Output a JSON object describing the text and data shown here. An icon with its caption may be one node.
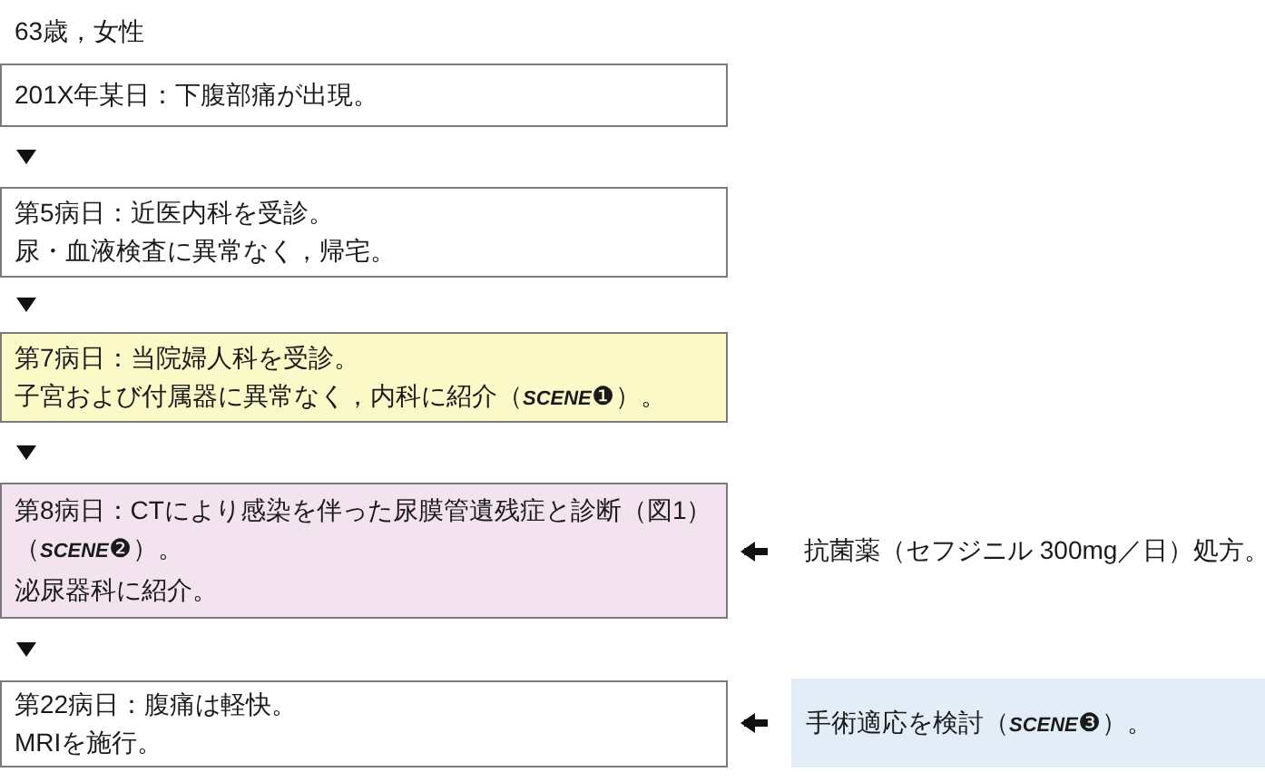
{
  "diagram": {
    "title": "63歳，女性",
    "nodes": [
      {
        "text": [
          "201X年某日：下腹部痛が出現。"
        ]
      },
      {
        "text": [
          "第5病日：近医内科を受診。",
          "尿・血液検査に異常なく，帰宅。"
        ]
      },
      {
        "text": [
          "第7病日：当院婦人科を受診。",
          "子宮および付属器に異常なく，内科に紹介（**SCENE**❶）。"
        ]
      },
      {
        "text": [
          "第8病日：CTにより感染を伴った尿膜管遺残症と診断（図1）（**SCENE**❷）。",
          "泌尿器科に紹介。"
        ]
      },
      {
        "text": [
          "第22病日：腹痛は軽快。",
          "MRIを施行。"
        ]
      },
      {
        "text": [
          "抗菌薬（セフジニル 300mg／日）処方。"
        ]
      },
      {
        "text": [
          "手術適応を検討（**SCENE**❸）。"
        ]
      }
    ],
    "edges": [
      {
        "from": 0,
        "to": 1,
        "arrow": "to"
      },
      {
        "from": 1,
        "to": 2,
        "arrow": "to"
      },
      {
        "from": 2,
        "to": 3,
        "arrow": "to"
      },
      {
        "from": 3,
        "to": 4,
        "arrow": "to"
      },
      {
        "from": 5,
        "to": 3,
        "arrow": "to"
      },
      {
        "from": 6,
        "to": 4,
        "arrow": "to"
      }
    ]
  }
}
